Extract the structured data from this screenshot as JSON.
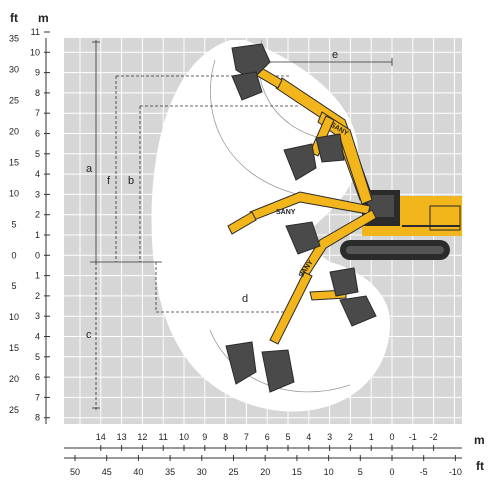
{
  "units": {
    "left_outer": "ft",
    "left_inner": "m",
    "bottom_upper": "m",
    "bottom_lower": "ft"
  },
  "axes": {
    "left_ft": [
      "35",
      "30",
      "25",
      "20",
      "15",
      "10",
      "5",
      "0",
      "5",
      "10",
      "15",
      "20",
      "25"
    ],
    "left_m": [
      "11",
      "10",
      "9",
      "8",
      "7",
      "6",
      "5",
      "4",
      "3",
      "2",
      "1",
      "0",
      "1",
      "2",
      "3",
      "4",
      "5",
      "6",
      "7",
      "8"
    ],
    "bottom_m": [
      "14",
      "13",
      "12",
      "11",
      "10",
      "9",
      "8",
      "7",
      "6",
      "5",
      "4",
      "3",
      "2",
      "1",
      "0",
      "-1",
      "-2"
    ],
    "bottom_ft": [
      "50",
      "45",
      "40",
      "35",
      "30",
      "25",
      "20",
      "15",
      "10",
      "5",
      "0",
      "-5",
      "-10"
    ]
  },
  "dimension_labels": {
    "a": "a",
    "f": "f",
    "b": "b",
    "c": "c",
    "d": "d",
    "e": "e"
  },
  "brand_text": "SANY",
  "colors": {
    "grid_background": "#d6d6d6",
    "grid_lines": "#ffffff",
    "envelope_fill": "#ffffff",
    "machine_yellow": "#f2b51c",
    "machine_dark": "#2b2b2b",
    "bucket_grey": "#4a4a4a",
    "text": "#222222"
  }
}
